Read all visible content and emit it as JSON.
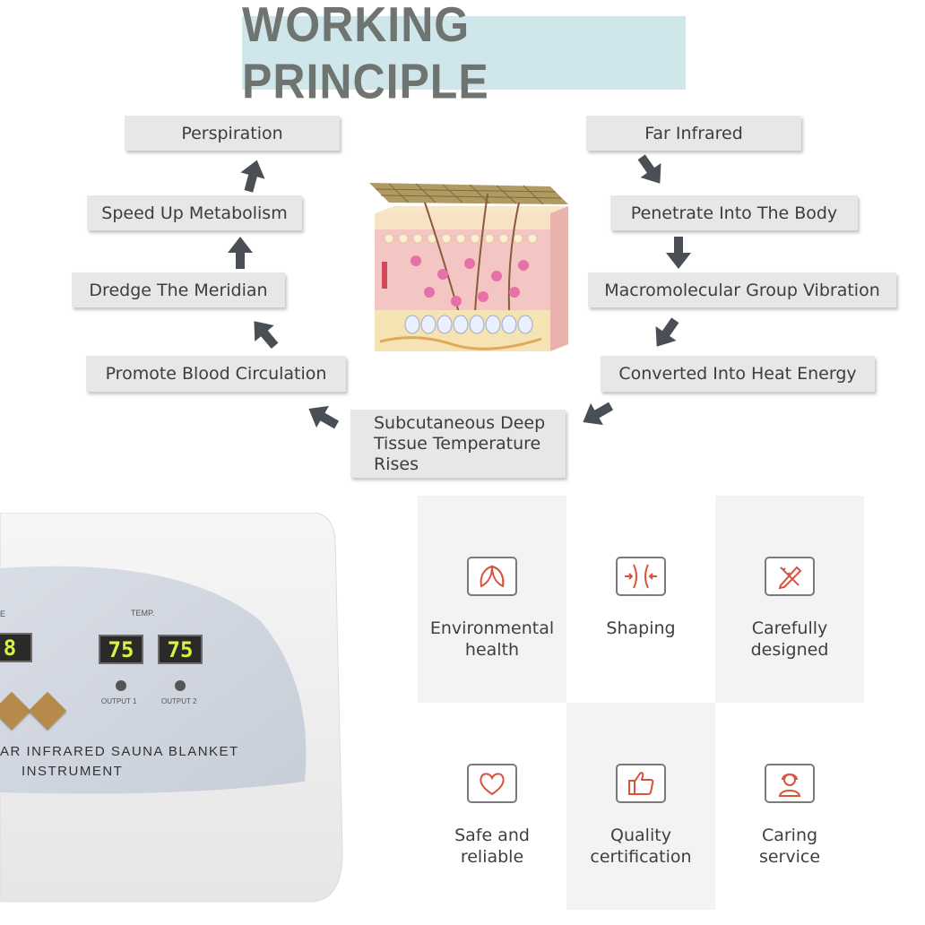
{
  "title": "WORKING PRINCIPLE",
  "steps": {
    "perspiration": "Perspiration",
    "speed_up_metabolism": "Speed Up Metabolism",
    "dredge_meridian": "Dredge The Meridian",
    "promote_blood": "Promote Blood Circulation",
    "far_infrared": "Far Infrared",
    "penetrate_body": "Penetrate Into The Body",
    "macromolecular": "Macromolecular Group Vibration",
    "heat_energy": "Converted Into Heat Energy",
    "subcutaneous_line1": "Subcutaneous Deep",
    "subcutaneous_line2": "Tissue Temperature",
    "subcutaneous_line3": "Rises"
  },
  "features": [
    {
      "line1": "Environmental",
      "line2": "health",
      "icon": "leaf-icon"
    },
    {
      "line1": "Shaping",
      "line2": "",
      "icon": "waist-icon"
    },
    {
      "line1": "Carefully",
      "line2": "designed",
      "icon": "pencil-ruler-icon"
    },
    {
      "line1": "Safe and",
      "line2": "reliable",
      "icon": "heart-icon"
    },
    {
      "line1": "Quality",
      "line2": "certification",
      "icon": "thumbs-up-icon"
    },
    {
      "line1": "Caring",
      "line2": "service",
      "icon": "support-agent-icon"
    }
  ],
  "device": {
    "label_partial_left": "E",
    "label_temp": "TEMP.",
    "display_left": "8",
    "display_temp1": "75",
    "display_temp2": "75",
    "output1": "OUTPUT 1",
    "output2": "OUTPUT 2",
    "name_line1": "AR  INFRARED  SAUNA  BLANKET",
    "name_line2": "INSTRUMENT"
  },
  "colors": {
    "title_bg": "#cfe7ea",
    "step_bg": "#e7e7e7",
    "arrow": "#4a4f55",
    "display_text": "#d8f24a",
    "button": "#b58a4a"
  }
}
